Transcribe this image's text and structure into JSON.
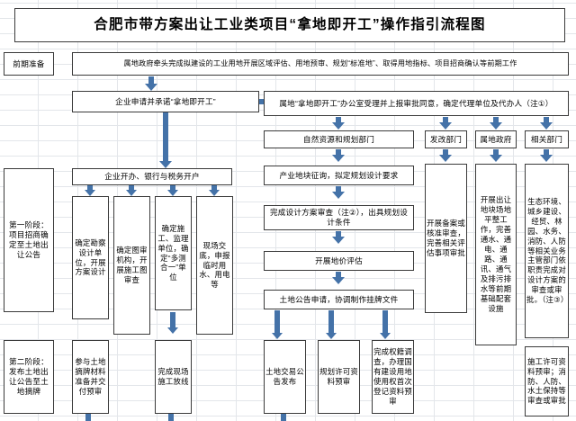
{
  "chart_data": {
    "type": "diagram",
    "title": "合肥市带方案出让工业类项目“拿地即开工”操作指引流程图",
    "orientation": "top-to-bottom",
    "accent_color": "#4472a8",
    "border_color": "#3a3a3a",
    "grid": true
  },
  "title": "合肥市带方案出让工业类项目“拿地即开工”操作指引流程图",
  "stages": {
    "prep": "前期准备",
    "stage1": "第一阶段：项目招商确定至土地出让公告",
    "stage2": "第二阶段：发布土地出让公告至土地摘牌"
  },
  "nodes": {
    "prep_work": "属地政府牵头完成拟建设的工业用地开展区域评估、用地预审、规划“标准地”、取得用地指标、项目招商确认等前期工作",
    "enterprise_apply": "企业申请并承诺“拿地即开工”",
    "office_accept": "属地“拿地即开工”办公室受理并上报审批同意，确定代理单位及代办人（注①）",
    "dept_resource": "自然资源和规划部门",
    "dept_development": "发改部门",
    "dept_local_gov": "属地政府",
    "dept_related": "相关部门",
    "enterprise_open": "企业开办、银行与税务开户",
    "col_survey": "确定勘察设计单位，开展方案设计",
    "col_review": "确定图审机构，开展施工图审查",
    "col_construction": "确定施工、监理单位，确定“多测合一”单位",
    "col_site": "现场交底，申报临时用水、用电等",
    "plot_consult": "产业地块征询，拟定规划设计要求",
    "design_review": "完成设计方案审查（注②），出具规划设计条件",
    "land_price": "开展地价评估",
    "land_notice": "土地公告申请，协调制作挂牌文件",
    "record_approve": "开展备案或核准审查，完善相关评估事项审批",
    "site_leveling": "开展出让地块场地平整工作，完善通水、通电、通路、通讯、通气及排污排水等前期基础配套设施",
    "related_approve": "生态环境、城乡建设、经贸、林园、水务、消防、人防等相关业务主管部门依职责完成对设计方案的审查或审批。（注③）",
    "bid_material": "参与土地摘牌材料准备并交付预审",
    "site_setout": "完成现场施工放线",
    "trade_notice": "土地交易公告发布",
    "plan_permit": "规划许可资料预审",
    "title_survey": "完成权籍调查，办理国有建设用地使用权首次登记资料预审",
    "build_permit": "施工许可资料预审；消防、人防、水土保持等审查或审批"
  }
}
